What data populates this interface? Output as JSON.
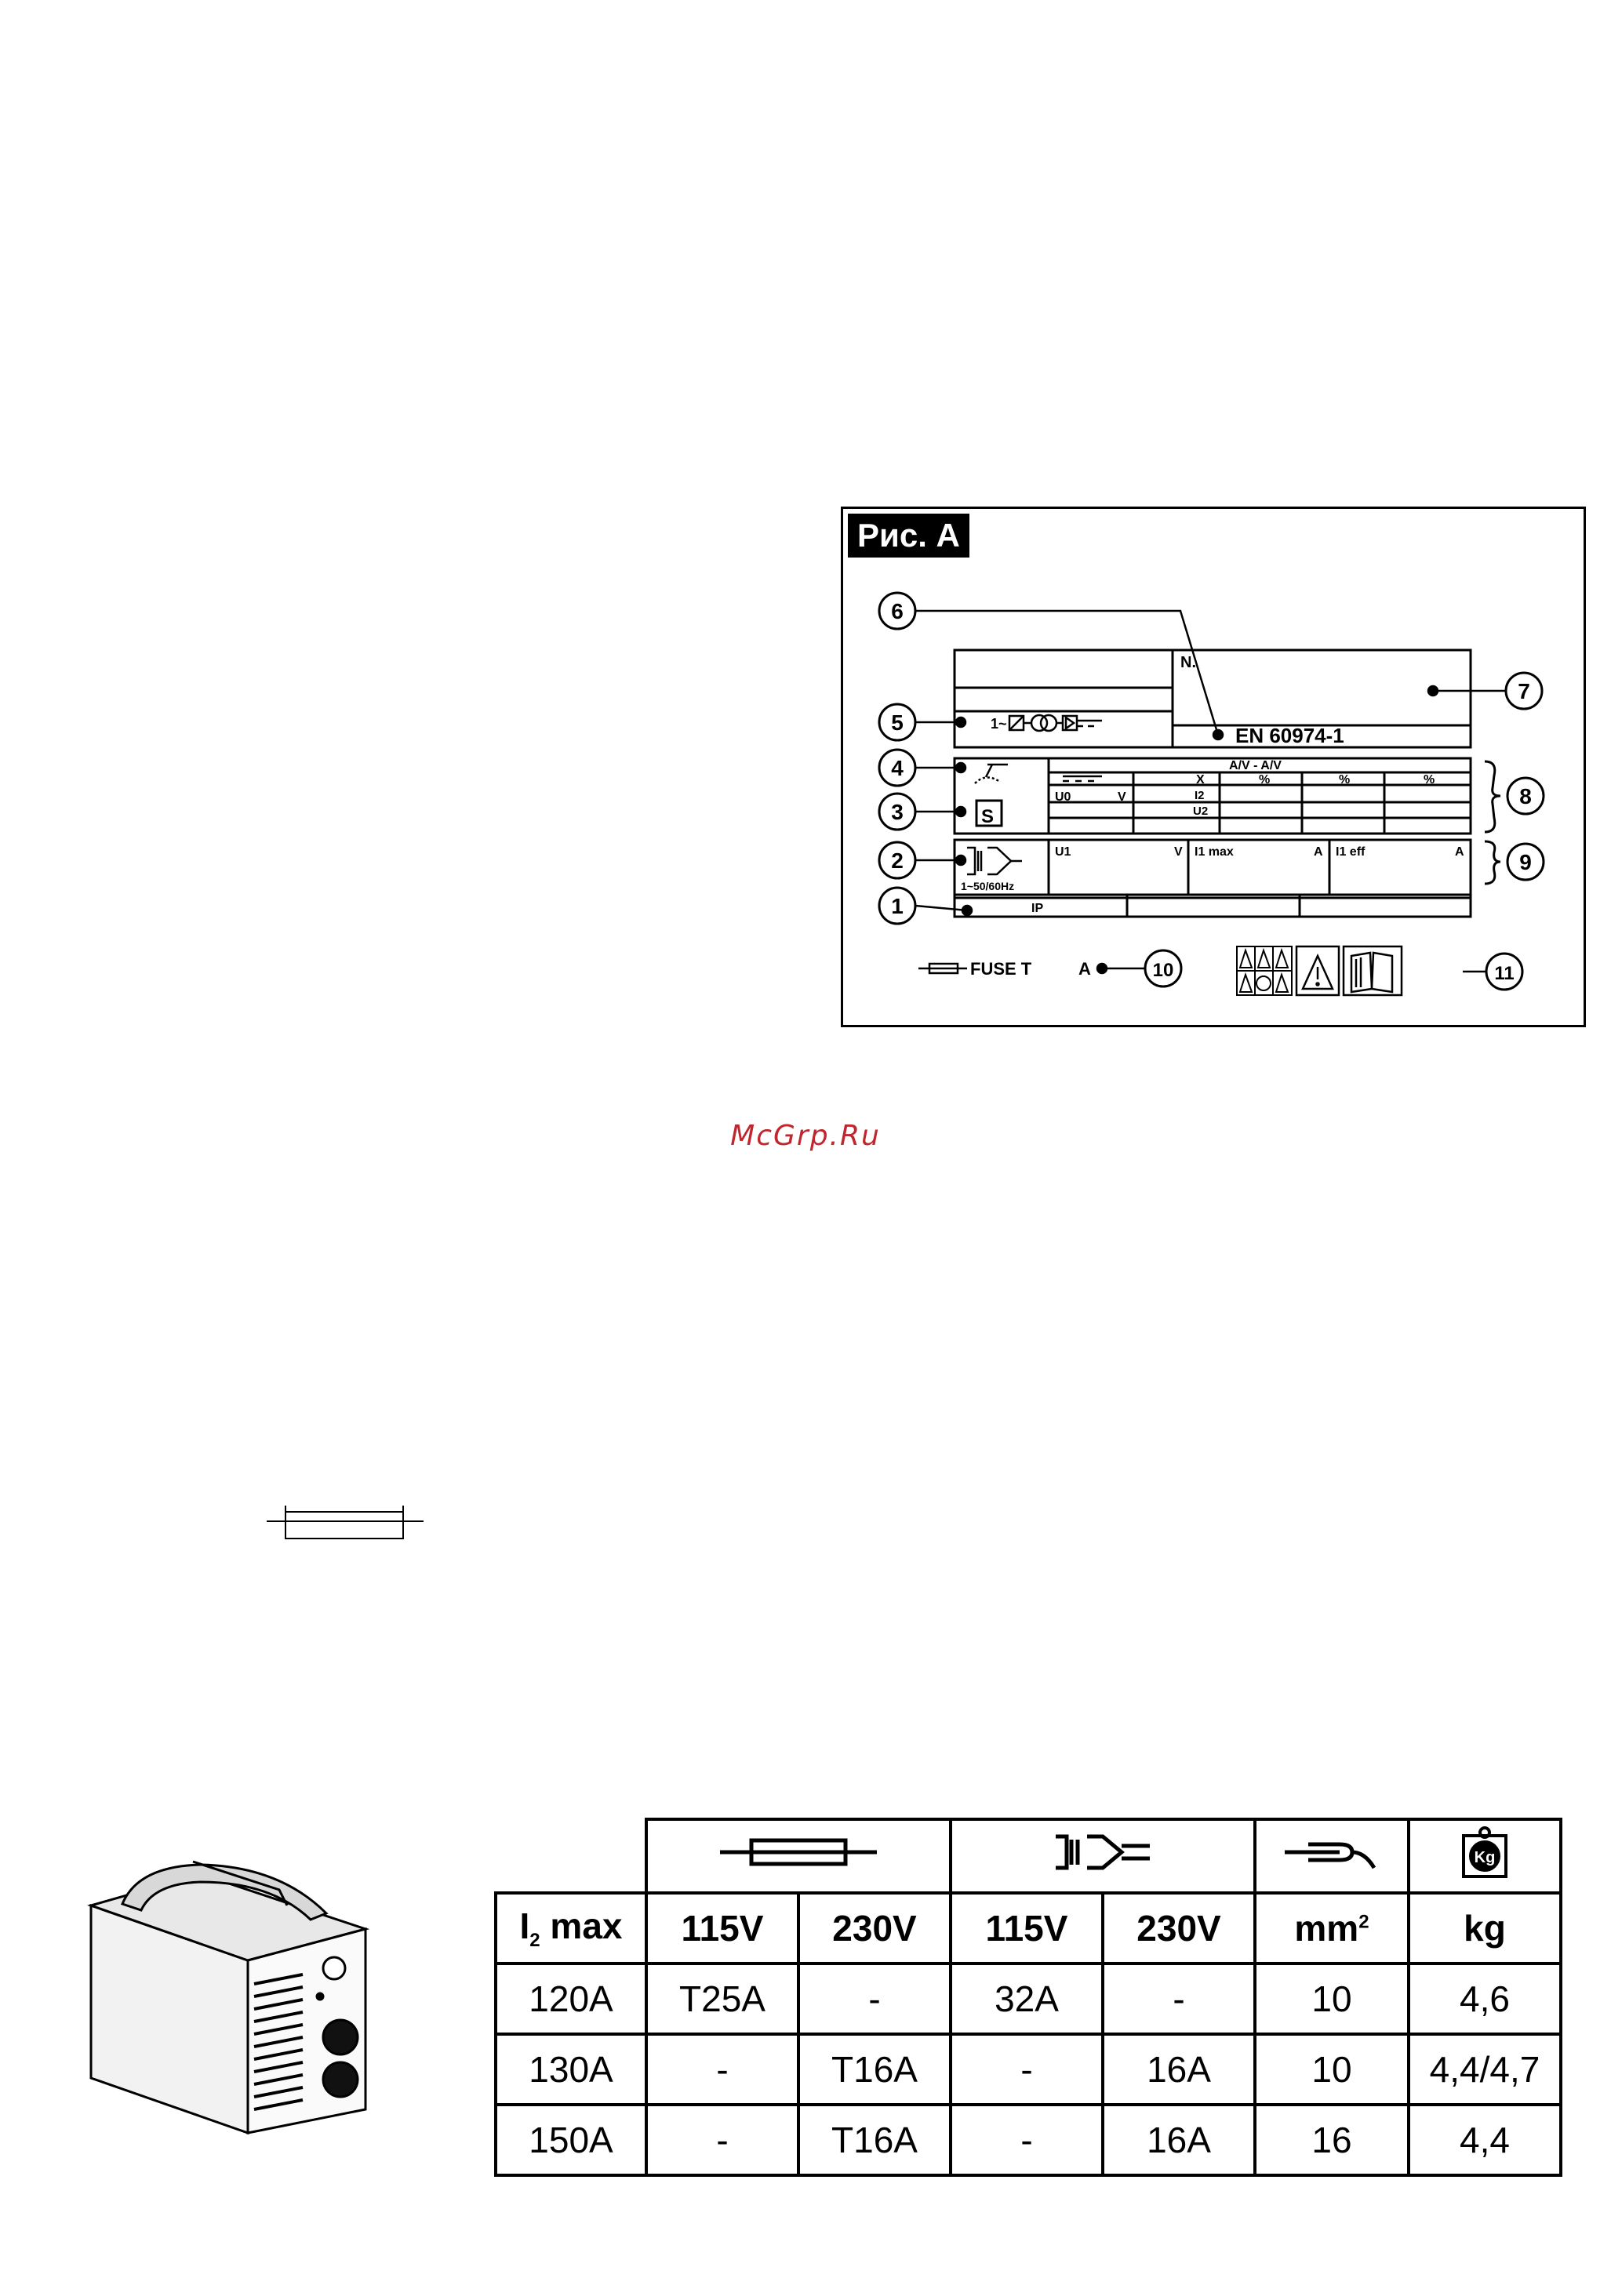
{
  "figure": {
    "title": "Рис. А",
    "callouts": [
      "1",
      "2",
      "3",
      "4",
      "5",
      "6",
      "7",
      "8",
      "9",
      "10",
      "11"
    ],
    "plate": {
      "serial_label": "N.",
      "standard": "EN 60974-1",
      "phase_label": "1~",
      "range_label": "A/V - A/V",
      "x_label": "X",
      "percent": "%",
      "i2_label": "I2",
      "u2_label": "U2",
      "u0_label": "U0",
      "v_label": "V",
      "s_label": "S",
      "mains_label": "1~50/60Hz",
      "u1_label": "U1",
      "i1max_label": "I1 max",
      "i1eff_label": "I1 eff",
      "a_label": "A",
      "ip_label": "IP"
    },
    "fuse_label": "FUSE T",
    "fuse_unit": "A"
  },
  "watermark": "McGrp.Ru",
  "table": {
    "header_icons": [
      "fuse-icon",
      "plug-icon",
      "cable-icon",
      "weight-icon"
    ],
    "col_imax": "I",
    "col_imax_sub": "2",
    "col_imax_rest": " max",
    "headers": [
      "115V",
      "230V",
      "115V",
      "230V",
      "mm",
      "kg"
    ],
    "mm_sup": "2",
    "rows": [
      [
        "120A",
        "T25A",
        "-",
        "32A",
        "-",
        "10",
        "4,6"
      ],
      [
        "130A",
        "-",
        "T16A",
        "-",
        "16A",
        "10",
        "4,4/4,7"
      ],
      [
        "150A",
        "-",
        "T16A",
        "-",
        "16A",
        "16",
        "4,4"
      ]
    ]
  }
}
